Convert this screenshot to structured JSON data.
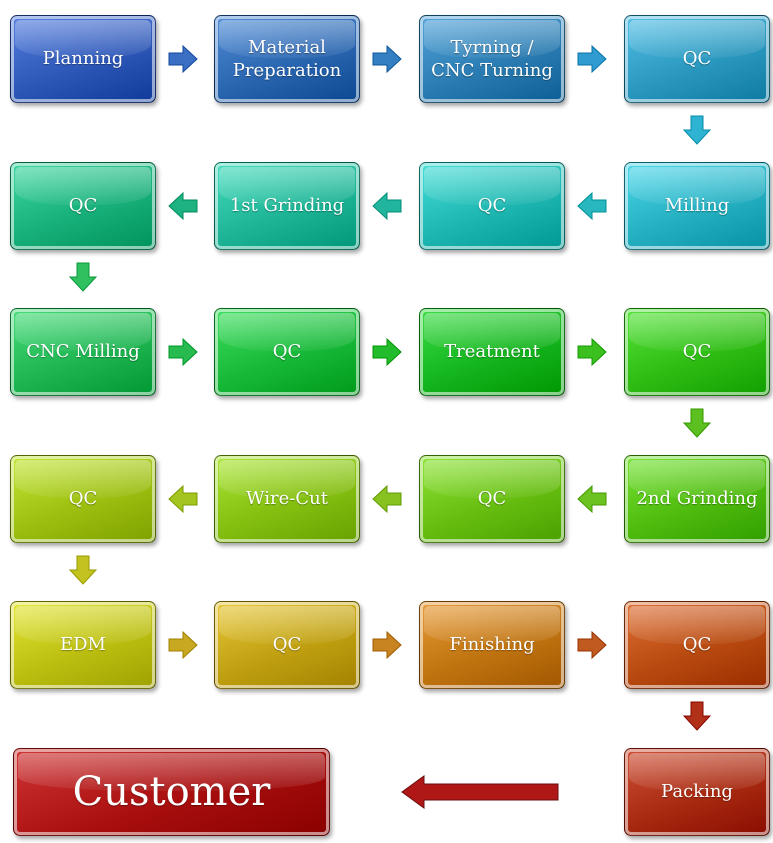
{
  "steps": [
    {
      "label": "Planning",
      "color": "#2e58b8"
    },
    {
      "label": "Material\nPreparation",
      "color": "#2a66b0"
    },
    {
      "label": "Tyrning /\nCNC Turning",
      "color": "#2a7cb2"
    },
    {
      "label": "QC",
      "color": "#2b98bf"
    },
    {
      "label": "Milling",
      "color": "#25b0c2"
    },
    {
      "label": "QC",
      "color": "#1eb6b0"
    },
    {
      "label": "1st Grinding",
      "color": "#1db596"
    },
    {
      "label": "QC",
      "color": "#18b07a"
    },
    {
      "label": "CNC Milling",
      "color": "#1fb652"
    },
    {
      "label": "QC",
      "color": "#17b838"
    },
    {
      "label": "Treatment",
      "color": "#14b51e"
    },
    {
      "label": "QC",
      "color": "#2fbd14"
    },
    {
      "label": "2nd Grinding",
      "color": "#4fbc0e"
    },
    {
      "label": "QC",
      "color": "#67be10"
    },
    {
      "label": "Wire-Cut",
      "color": "#84bf10"
    },
    {
      "label": "QC",
      "color": "#9cbf10"
    },
    {
      "label": "EDM",
      "color": "#bcbf10"
    },
    {
      "label": "QC",
      "color": "#c0a010"
    },
    {
      "label": "Finishing",
      "color": "#c07410"
    },
    {
      "label": "QC",
      "color": "#b84a10"
    },
    {
      "label": "Packing",
      "color": "#a82a10"
    },
    {
      "label": "Customer",
      "color": "#a80e0e"
    }
  ]
}
